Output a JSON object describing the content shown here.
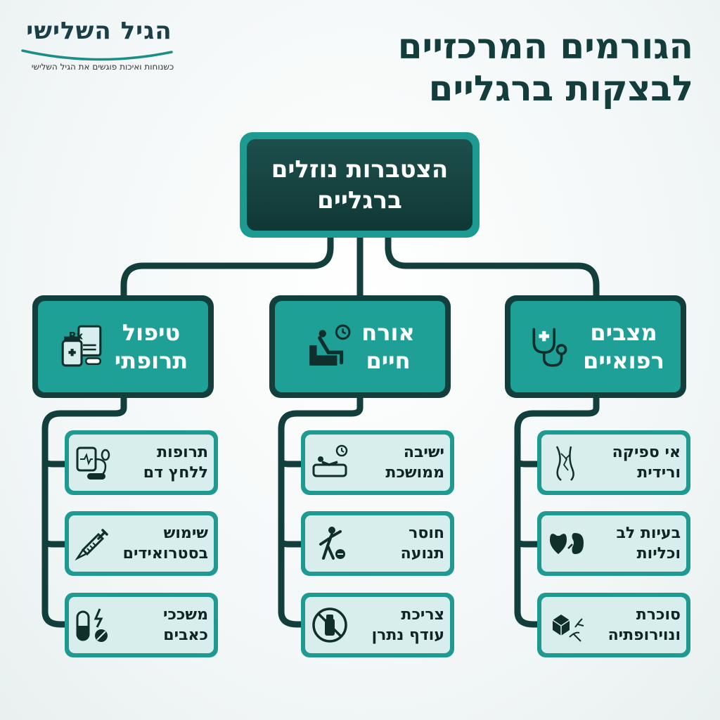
{
  "title": "הגורמים המרכזיים\nלבצקות ברגליים",
  "logo": {
    "name": "הגיל השלישי",
    "tagline": "כשנוחות ואיכות פוגשים את הגיל השלישי"
  },
  "root": {
    "label": "הצטברות נוזלים\nברגליים"
  },
  "categories": [
    {
      "label": "מצבים\nרפואיים",
      "icon": "stethoscope-icon",
      "items": [
        {
          "label": "אי ספיקה\nורידית",
          "icon": "veins-leg-icon"
        },
        {
          "label": "בעיות לב\nוכליות",
          "icon": "heart-kidney-icon"
        },
        {
          "label": "סוכרת\nונוירופתיה",
          "icon": "sugar-nerve-icon"
        }
      ]
    },
    {
      "label": "אורח\nחיים",
      "icon": "armchair-clock-icon",
      "items": [
        {
          "label": "ישיבה\nממושכת",
          "icon": "sofa-clock-icon"
        },
        {
          "label": "חוסר\nתנועה",
          "icon": "exercise-icon"
        },
        {
          "label": "צריכת\nעודף נתרן",
          "icon": "no-salt-icon"
        }
      ]
    },
    {
      "label": "טיפול\nתרופתי",
      "icon": "prescription-icon",
      "items": [
        {
          "label": "תרופות\nללחץ דם",
          "icon": "blood-pressure-icon"
        },
        {
          "label": "שימוש\nבסטרואידים",
          "icon": "syringe-icon"
        },
        {
          "label": "משככי\nכאבים",
          "icon": "pills-icon"
        }
      ]
    }
  ],
  "colors": {
    "dark_teal": "#123e3b",
    "teal": "#1ea096",
    "light_teal": "#d7eeec"
  }
}
